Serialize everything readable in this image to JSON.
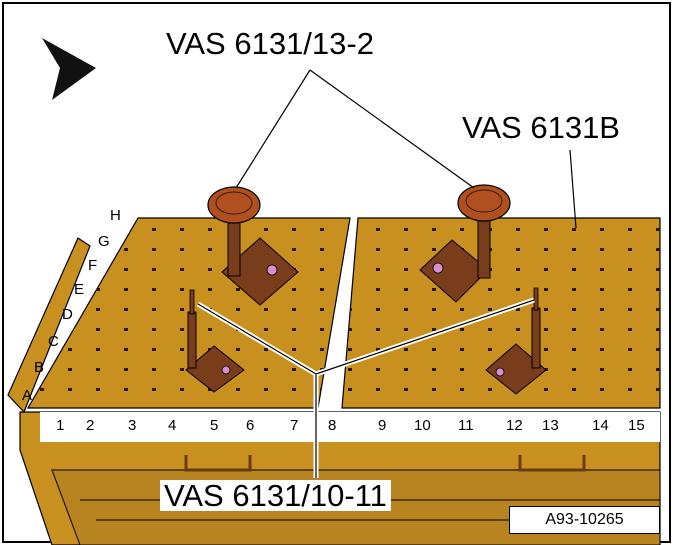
{
  "labels": {
    "upper_support": "VAS 6131/13-2",
    "table": "VAS 6131B",
    "lower_support": "VAS 6131/10-11",
    "figure_id": "A93-10265"
  },
  "row_letters": [
    "A",
    "B",
    "C",
    "D",
    "E",
    "F",
    "G",
    "H"
  ],
  "column_numbers": [
    "1",
    "2",
    "3",
    "4",
    "5",
    "6",
    "7",
    "8",
    "9",
    "10",
    "11",
    "12",
    "13",
    "14",
    "15"
  ],
  "icons": {
    "direction_arrow": "arrow-pointer-icon"
  },
  "colors": {
    "table_top": "#c8901e",
    "table_edge": "#b07818",
    "hole": "#2a1a08",
    "support": "#7a3d1c",
    "support_pad": "#b0501f",
    "pin_head": "#d890d0",
    "outline": "#000000"
  }
}
